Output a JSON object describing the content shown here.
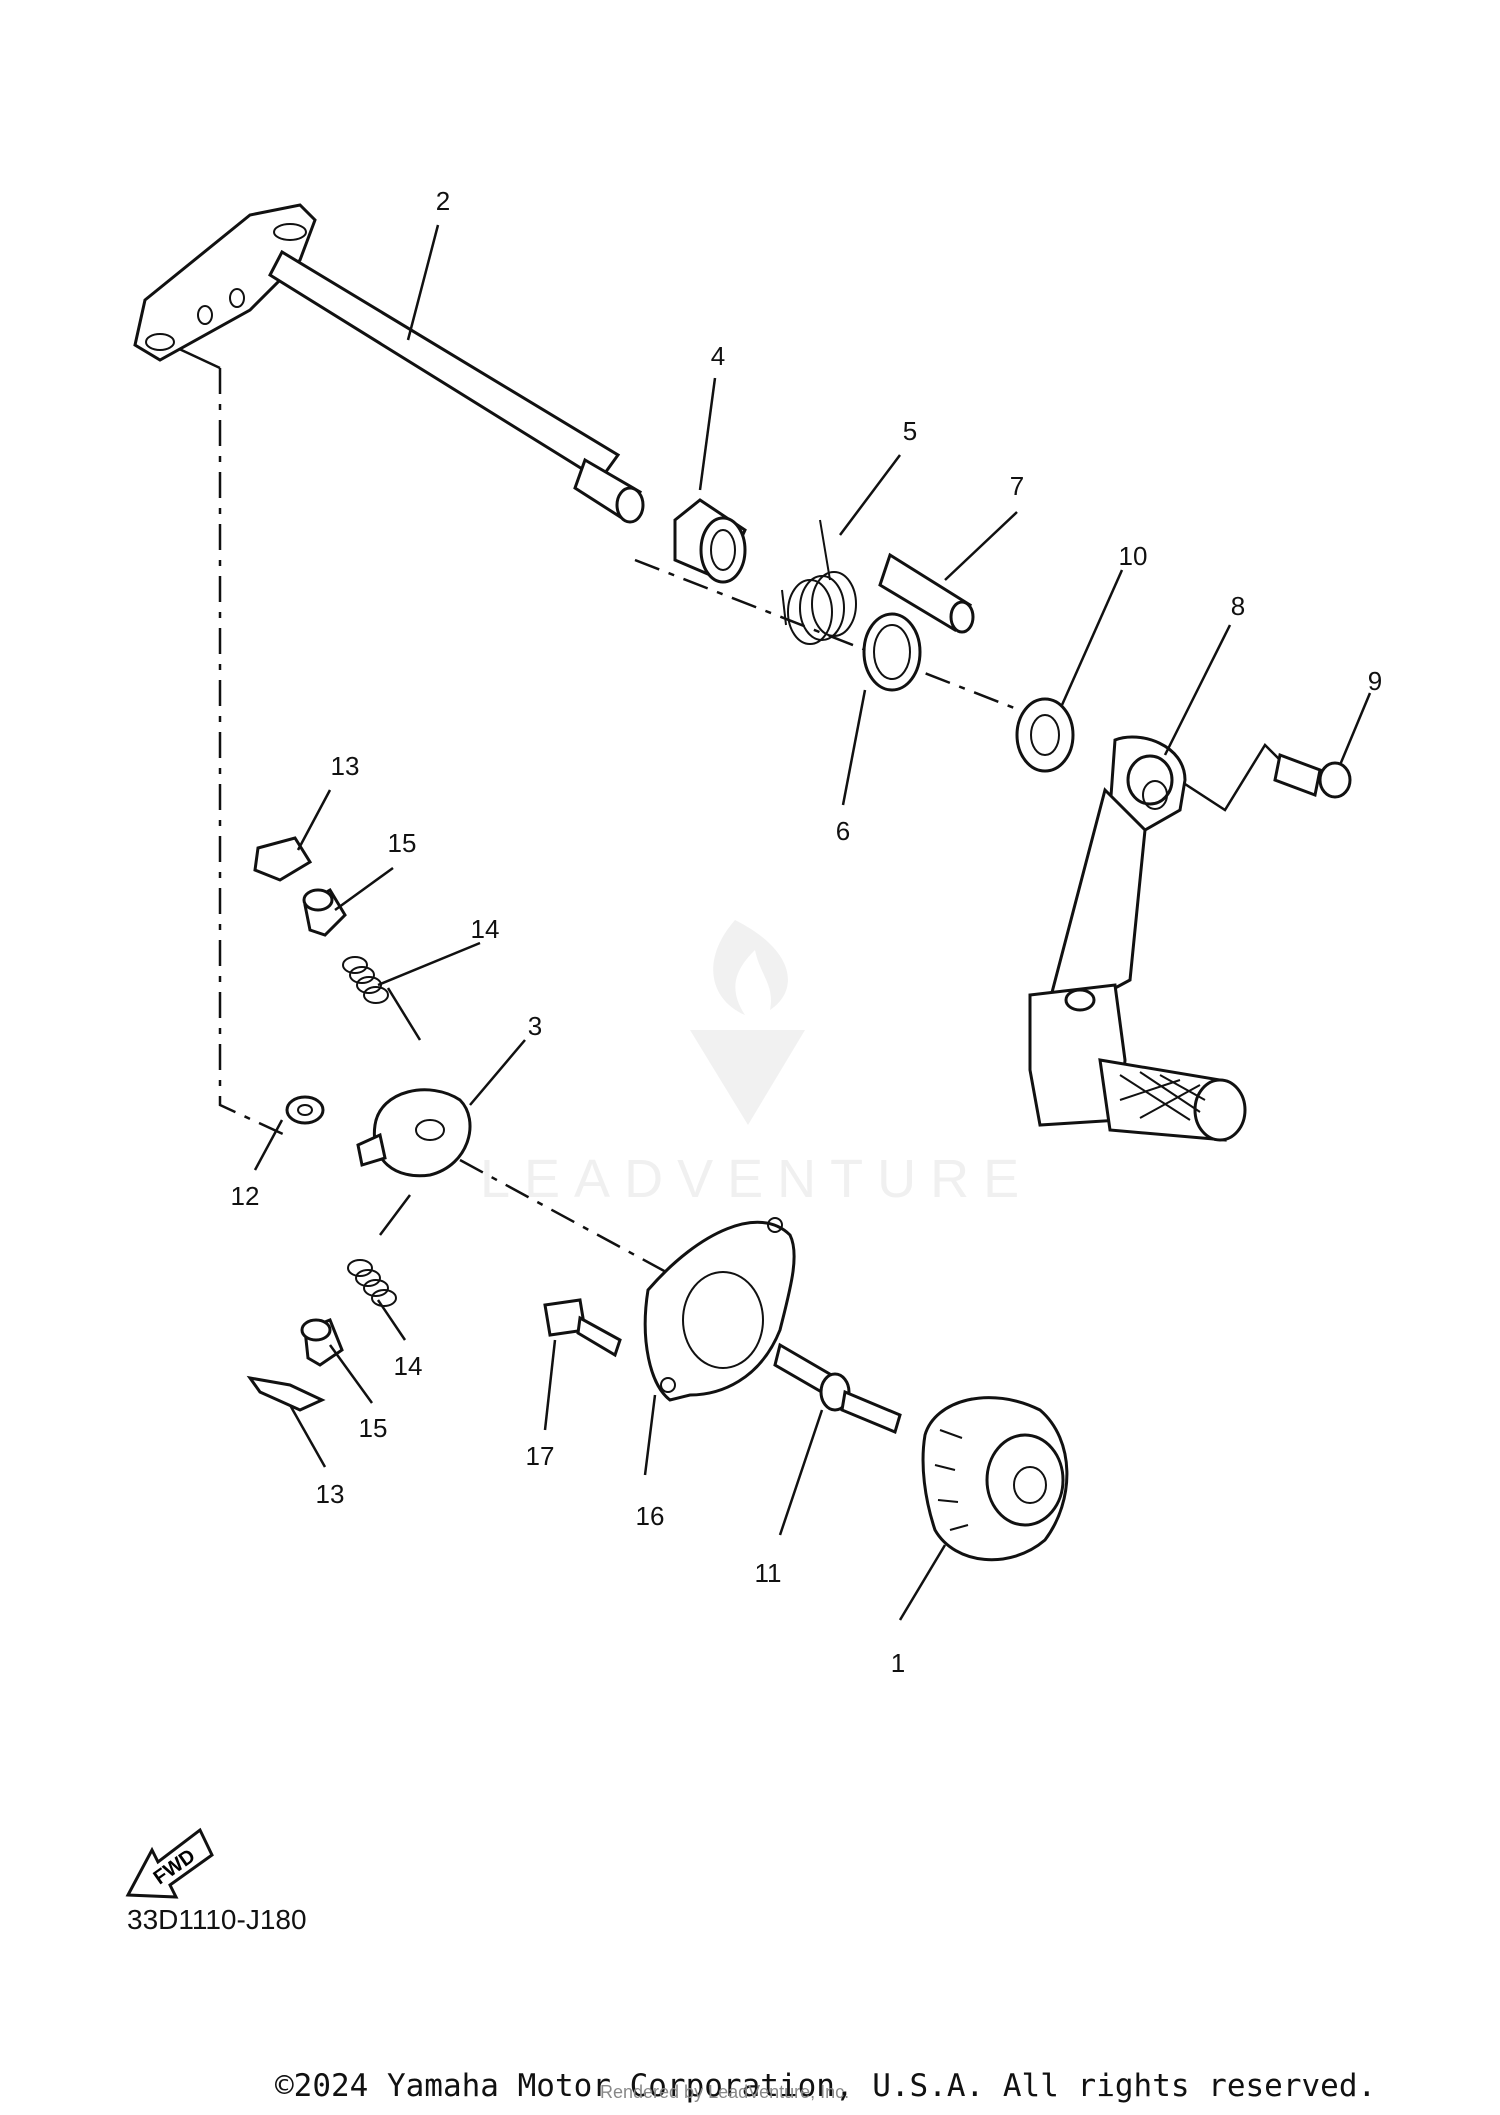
{
  "diagram": {
    "drawing_code": "33D1110-J180",
    "fwd_label": "FWD",
    "copyright": "©2024 Yamaha Motor Corporation, U.S.A. All rights reserved.",
    "rendered_by": "Rendered by LeadVenture, Inc.",
    "watermark": "LEADVENTURE",
    "callouts": {
      "c1": "1",
      "c2": "2",
      "c3": "3",
      "c4": "4",
      "c5": "5",
      "c6": "6",
      "c7": "7",
      "c8": "8",
      "c9": "9",
      "c10": "10",
      "c11": "11",
      "c12": "12",
      "c13a": "13",
      "c13b": "13",
      "c14a": "14",
      "c14b": "14",
      "c15a": "15",
      "c15b": "15",
      "c16": "16",
      "c17": "17"
    }
  }
}
